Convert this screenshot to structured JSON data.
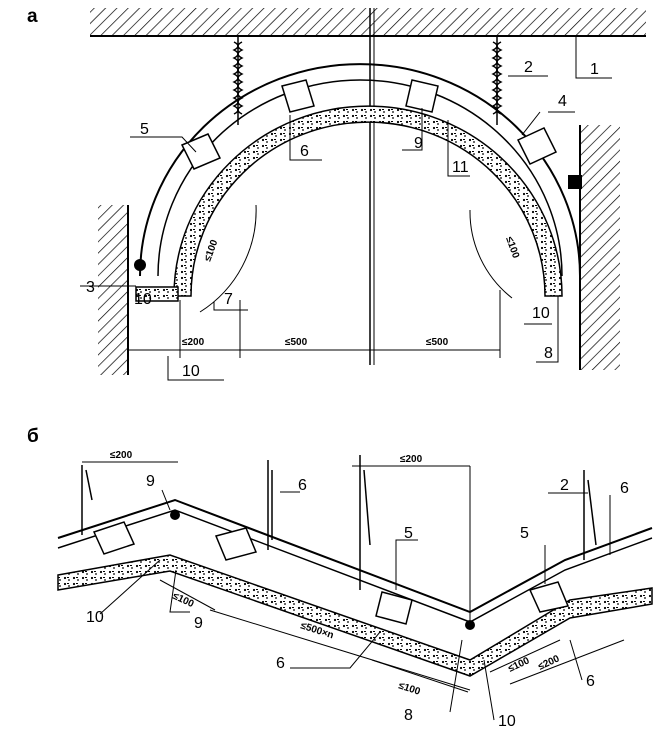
{
  "panels": {
    "a": {
      "letter": "а",
      "labels": [
        "1",
        "2",
        "3",
        "4",
        "5",
        "6",
        "7",
        "8",
        "9",
        "10",
        "10",
        "11",
        "10"
      ],
      "dims": [
        "≤200",
        "≤500",
        "≤500",
        "≤100",
        "≤100"
      ]
    },
    "b": {
      "letter": "б",
      "labels": [
        "9",
        "9",
        "6",
        "6",
        "6",
        "2",
        "6",
        "5",
        "5",
        "10",
        "8",
        "10"
      ],
      "dims": [
        "≤200",
        "≤200",
        "≤100",
        "≤500×n",
        "≤100",
        "≤100",
        "≤200"
      ]
    }
  }
}
